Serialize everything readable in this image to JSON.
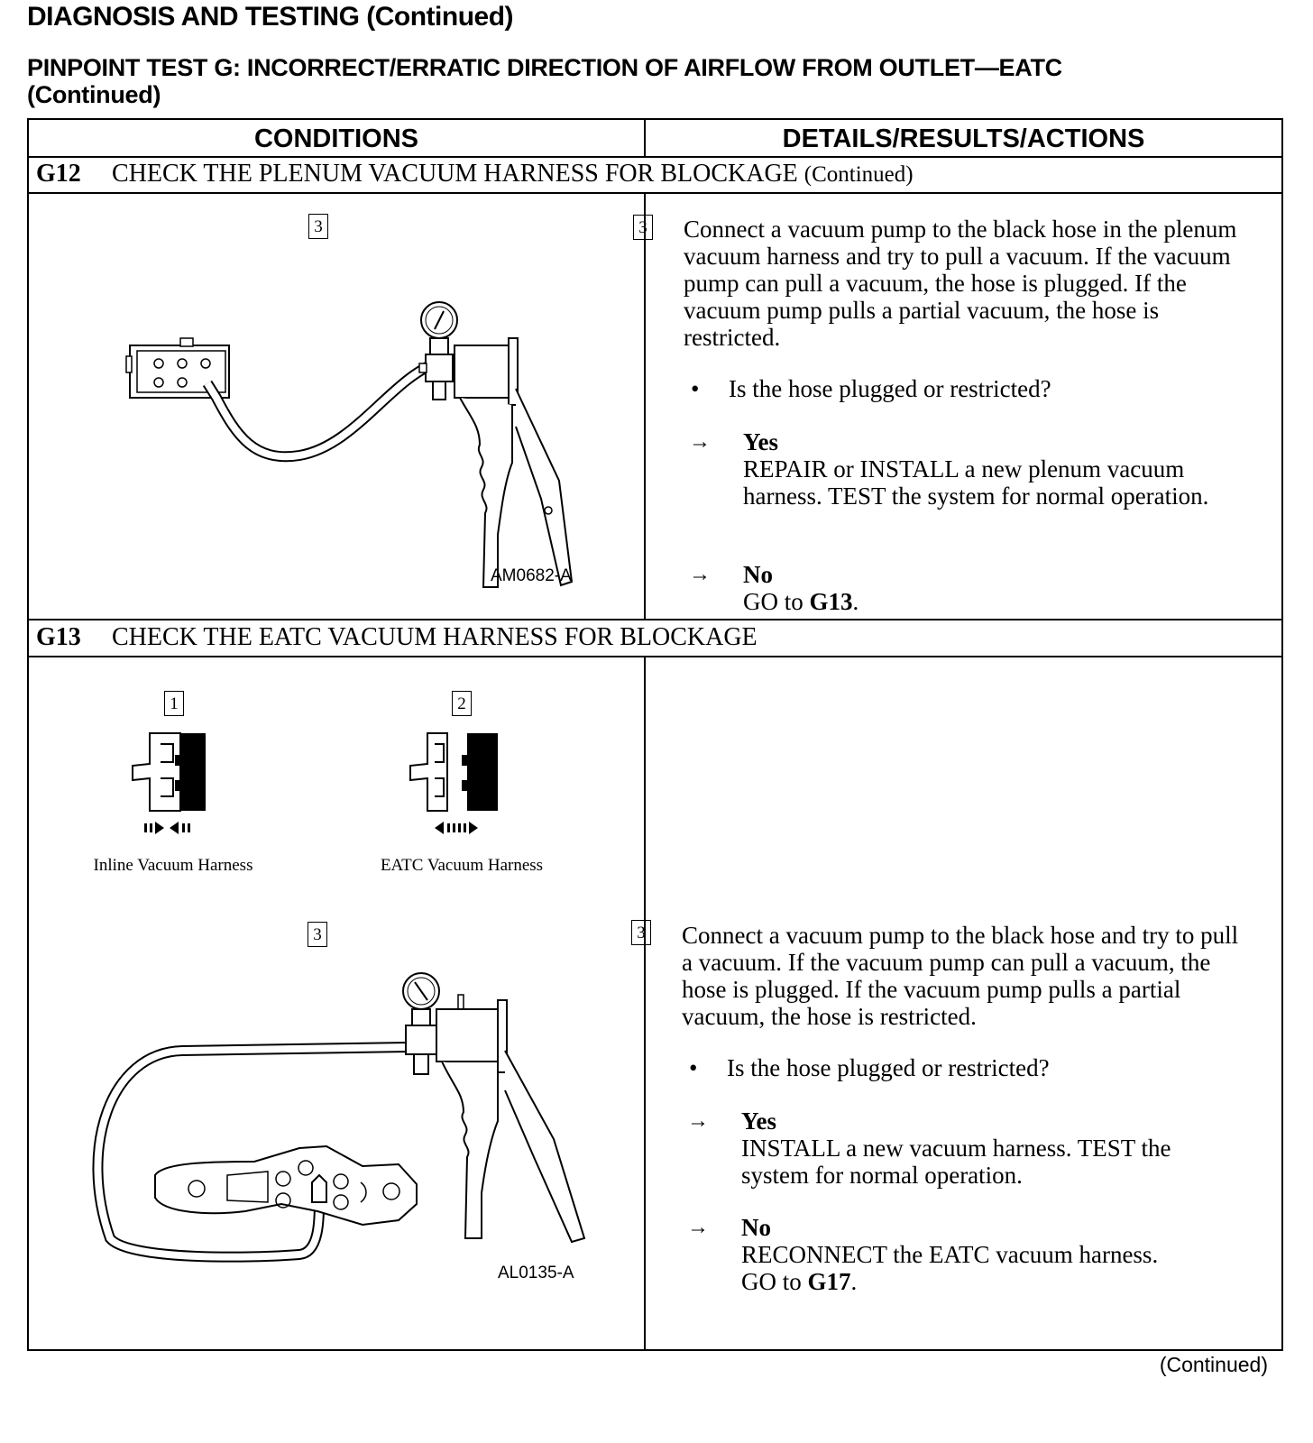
{
  "header": {
    "doc_title": "DIAGNOSIS AND TESTING (Continued)",
    "test_title_line1": "PINPOINT TEST G:  INCORRECT/ERRATIC DIRECTION OF AIRFLOW FROM OUTLET—EATC",
    "test_title_line2": "(Continued)"
  },
  "table": {
    "col_conditions": "CONDITIONS",
    "col_details": "DETAILS/RESULTS/ACTIONS"
  },
  "g12": {
    "num": "G12",
    "title": "CHECK THE PLENUM VACUUM HARNESS FOR BLOCKAGE",
    "title_suffix": "(Continued)",
    "fig_step": "3",
    "fig_code": "AM0682-A",
    "detail_step": "3",
    "instruction": "Connect a vacuum pump to the black hose in the plenum vacuum harness and try to pull a vacuum. If the vacuum pump can pull a vacuum, the hose is plugged. If the vacuum pump pulls a partial vacuum, the hose is restricted.",
    "question": "Is the hose plugged or restricted?",
    "yes_label": "Yes",
    "yes_action": "REPAIR or INSTALL a new plenum vacuum harness. TEST the system for normal operation.",
    "no_label": "No",
    "no_action_text": "GO to ",
    "no_action_target": "G13",
    "no_action_end": "."
  },
  "g13": {
    "num": "G13",
    "title": "CHECK THE EATC VACUUM HARNESS FOR BLOCKAGE",
    "fig1_step": "1",
    "fig1_caption": "Inline Vacuum Harness",
    "fig2_step": "2",
    "fig2_caption": "EATC Vacuum Harness",
    "fig3_step": "3",
    "fig_code": "AL0135-A",
    "detail_step": "3",
    "instruction": "Connect a vacuum pump to the black hose and try to pull a vacuum. If the vacuum pump can pull a vacuum, the hose is plugged. If the vacuum pump pulls a partial vacuum, the hose is restricted.",
    "question": "Is the hose plugged or restricted?",
    "yes_label": "Yes",
    "yes_action": "INSTALL a new vacuum harness. TEST the system for normal operation.",
    "no_label": "No",
    "no_action_line1": "RECONNECT the EATC vacuum harness.",
    "no_action_text": "GO to ",
    "no_action_target": "G17",
    "no_action_end": "."
  },
  "footer": {
    "continued": "(Continued)"
  },
  "icons": {
    "step_bullet": "•",
    "arrow": "→"
  }
}
